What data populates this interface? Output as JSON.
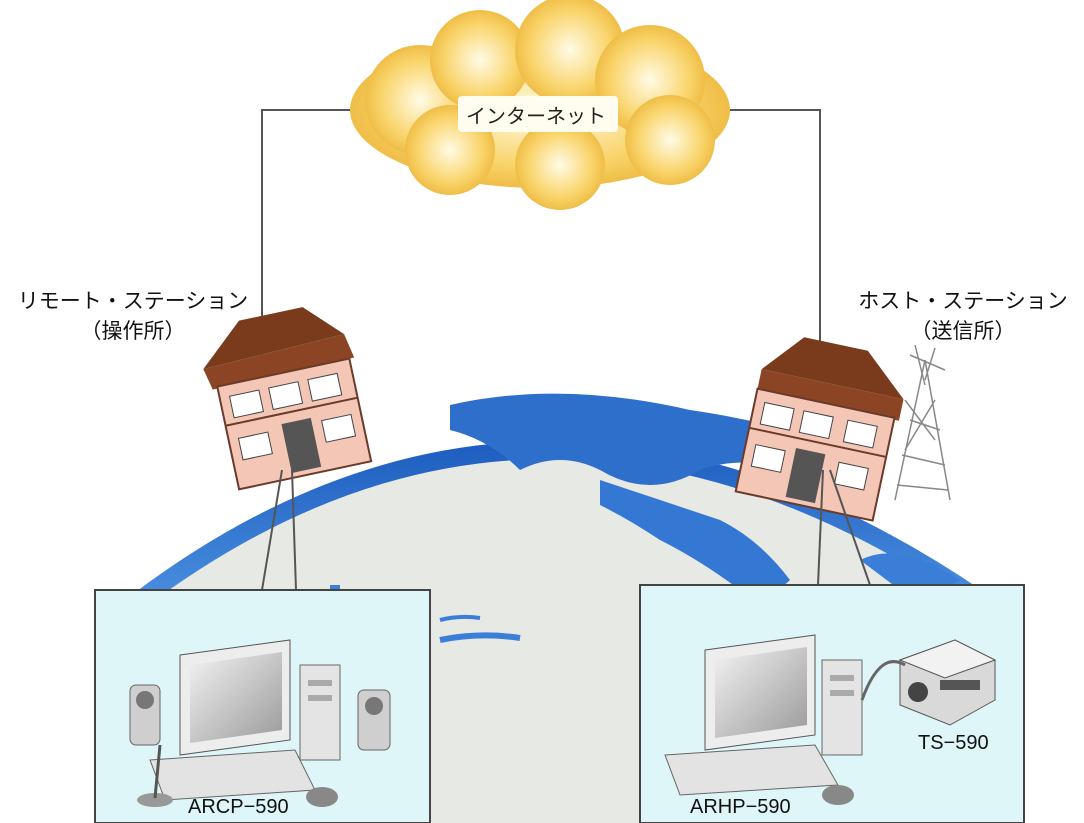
{
  "cloud": {
    "label": "インターネット"
  },
  "remote_station": {
    "name": "リモート・ステーション",
    "sub": "（操作所）"
  },
  "host_station": {
    "name": "ホスト・ステーション",
    "sub": "（送信所）"
  },
  "devices": {
    "left_pc": "ARCP−590",
    "right_pc": "ARHP−590",
    "radio": "TS−590"
  },
  "colors": {
    "cloud": "#f5c542",
    "ocean": "#2d6fc7",
    "land": "#e6e8e4",
    "panel": "#dff6f8",
    "house_wall": "#f4c6b6",
    "roof": "#7a3a1c"
  }
}
